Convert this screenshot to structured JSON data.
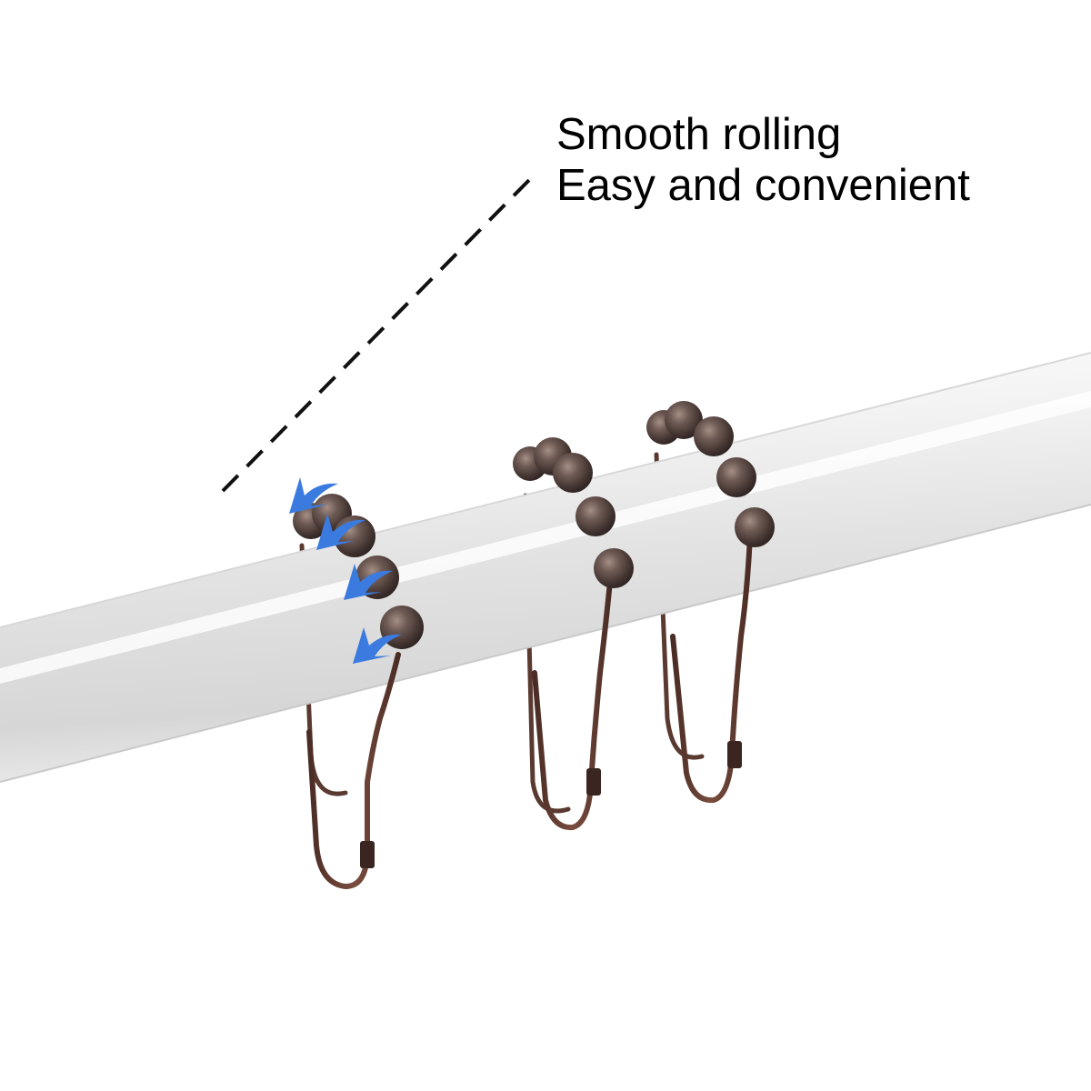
{
  "caption": {
    "line1": "Smooth rolling",
    "line2": "Easy and convenient"
  },
  "colors": {
    "background": "#ffffff",
    "rod": "#e4e4e4",
    "ring_metal": "#5e3a30",
    "bead": "#5b4a46",
    "arrow_accent": "#3b7be0",
    "text": "#000000"
  },
  "scene": {
    "rod": "white-curtain-rod",
    "rings": [
      "roller-ring",
      "roller-ring",
      "roller-ring"
    ],
    "beads_per_ring": 5,
    "arrows_on_first_ring": 4
  }
}
